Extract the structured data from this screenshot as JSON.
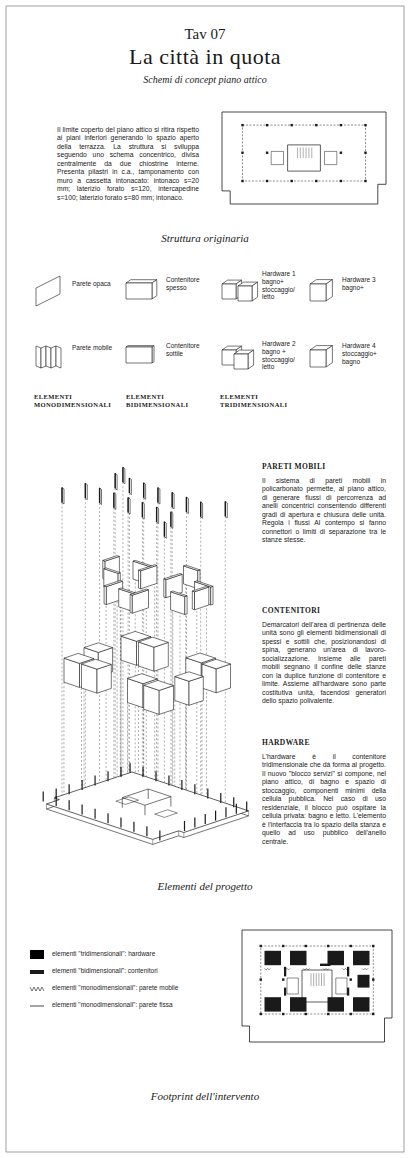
{
  "diagram": {
    "title": "La città in quota",
    "labels": [
      "Tav 07",
      "Schemi di concept piano attico",
      "Il limite coperto del piano attico si ritira rispetto ai piani inferiori generando lo spazio aperto della terrazza. La struttura si sviluppa seguendo uno schema concentrico, divisa centralmente da due chiostrine interne. Presenta pilastri in c.a., tamponamento con muro a cassetta intonacato: intonaco s=20 mm; laterizio forato s=120, intercapedine s=100; laterizio forato s=80 mm; intonaco.",
      "Struttura originaria",
      "Parete opaca",
      "Contenitore spesso",
      "Hardware 1 bagno+ stoccaggio/ letto",
      "Hardware 3 bagno+",
      "Parete mobile",
      "Contenitore sottile",
      "Hardware 2 bagno + stoccaggio/ letto",
      "Hardware 4 stoccaggio+ bagno",
      "ELEMENTI MONODIMENSIONALI",
      "ELEMENTI BIDIMENSIONALI",
      "ELEMENTI TRIDIMENSIONALI",
      "PARETI MOBILI",
      "Il sistema di pareti mobili in policarbonato permette, al piano attico, di generare flussi di percorrenza ad anelli concentrici consentendo differenti gradi di apertura e chiusura delle unità. Regola i flussi Al contempo si fanno connettori o limiti di separazione tra le stanze stesse.",
      "CONTENITORI",
      "Demarcatori dell'area di pertinenza delle unità sono gli elementi bidimensionali di spessi e sottili che, posizionandosi di spina, generano un'area di lavoro-socializzazione. Insieme alle pareti mobili segnano il confine delle stanze con la duplice funzione di contenitore e limite. Assieme all'hardware sono parte costitutiva unità, facendosi generatori dello spazio polivalente.",
      "HARDWARE",
      "L'hardware è il contenitore tridimensionale che dà forma al progetto. Il nuovo \"blocco servizi\" si compone, nel piano attico, di bagno e spazio di stoccaggio, componenti minimi della cellula pubblica. Nel caso di uso residenziale, il blocco può ospitare la cellula privata: bagno e letto. L'elemento è l'interfaccia tra lo spazio della stanza e quello ad uso pubblico dell'anello centrale.",
      "Elementi del progetto",
      "Footprint dell'intervento"
    ],
    "legend": [
      {
        "text": "elementi \"tridimensionali\": hardware",
        "color": "#000000"
      },
      {
        "text": "elementi \"bidimensionali\": contenitori"
      },
      {
        "text": "elementi \"monodimensionali\": parete mobile"
      },
      {
        "text": "elementi \"monodimensionali\": parete fissa"
      }
    ]
  }
}
